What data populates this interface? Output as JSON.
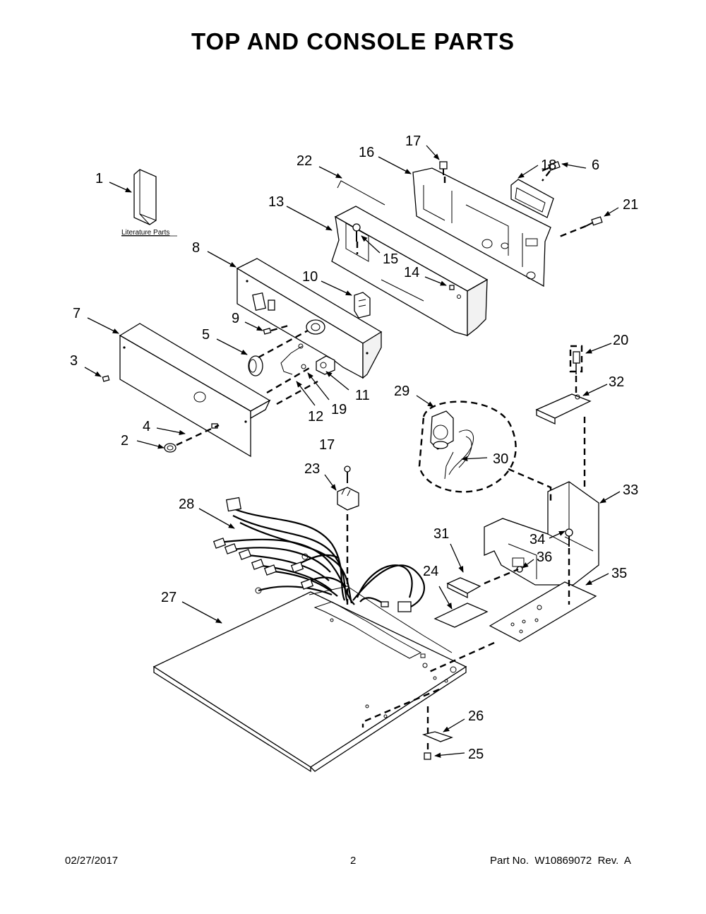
{
  "title": "TOP AND CONSOLE PARTS",
  "literature_label": "Literature Parts",
  "callouts": [
    "1",
    "2",
    "3",
    "4",
    "5",
    "6",
    "7",
    "8",
    "9",
    "10",
    "11",
    "12",
    "13",
    "14",
    "15",
    "16",
    "17",
    "18",
    "19",
    "20",
    "21",
    "22",
    "23",
    "24",
    "25",
    "26",
    "27",
    "28",
    "29",
    "30",
    "31",
    "32",
    "33",
    "34",
    "35",
    "36"
  ],
  "callout_17_second": "17",
  "footer": {
    "date": "02/27/2017",
    "page": "2",
    "part_no": "Part No.  W10869072  Rev.  A"
  }
}
